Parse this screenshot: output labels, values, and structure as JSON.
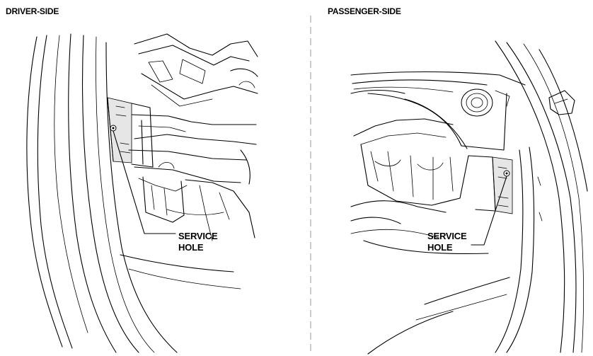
{
  "driver_side": {
    "title": "DRIVER-SIDE",
    "callout": {
      "line1": "SERVICE",
      "line2": "HOLE"
    }
  },
  "passenger_side": {
    "title": "PASSENGER-SIDE",
    "callout": {
      "line1": "SERVICE",
      "line2": "HOLE"
    }
  }
}
